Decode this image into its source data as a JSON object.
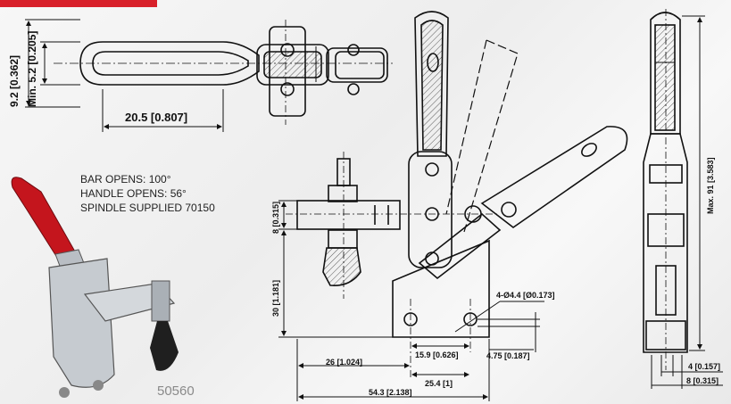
{
  "notes": {
    "bar_opens": "BAR OPENS: 100°",
    "handle_opens": "HANDLE OPENS: 56°",
    "spindle": "SPINDLE SUPPLIED 70150"
  },
  "model_number": "50560",
  "dimensions": {
    "height_362": "9.2 [0.362]",
    "min_205": "Min. 5.2 [0.205]",
    "width_807": "20.5 [0.807]",
    "d_315_left": "8 [0.315]",
    "d_1181": "30 [1.181]",
    "d_hole": "4-Ø4.4 [Ø0.173]",
    "d_626": "15.9 [0.626]",
    "d_187": "4.75 [0.187]",
    "d_1024": "26 [1.024]",
    "d_1": "25.4 [1]",
    "d_2138": "54.3 [2.138]",
    "d_max": "Max. 91 [3.583]",
    "d_157": "4 [0.157]",
    "d_315_right": "8 [0.315]"
  },
  "colors": {
    "accent": "#d8202a",
    "line": "#111111"
  }
}
